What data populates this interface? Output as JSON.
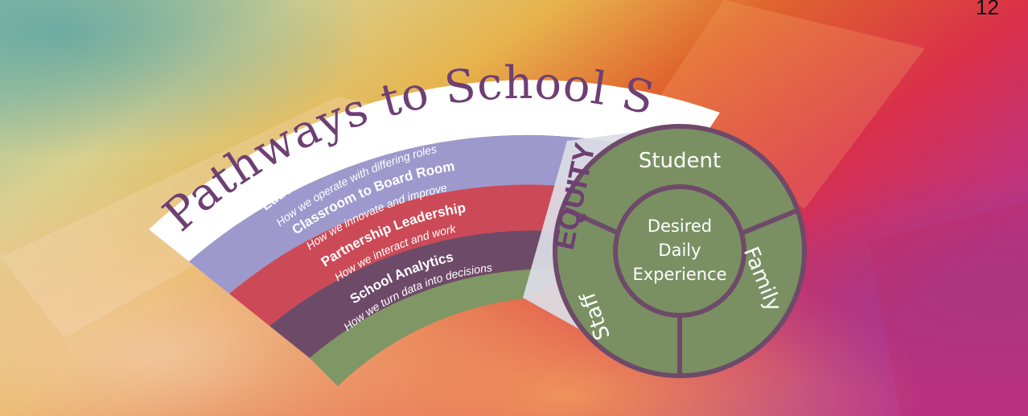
{
  "page_number": "12",
  "title": "Pathways to School Success",
  "bands": [
    {
      "title": "Education Leadership System",
      "subtitle": "How we operate with differing roles",
      "color": "#9d99cc"
    },
    {
      "title": "Classroom to Board Room",
      "subtitle": "How we innovate and improve",
      "color": "#cc4a57"
    },
    {
      "title": "Partnership Leadership",
      "subtitle": "How we interact and work",
      "color": "#6e4a69"
    },
    {
      "title": "School Analytics",
      "subtitle": "How we turn data into decisions",
      "color": "#7e9764"
    }
  ],
  "equity_label": "EQUITY",
  "circle": {
    "segments": [
      "Student",
      "Family",
      "Staff"
    ],
    "center_lines": [
      "Desired",
      "Daily",
      "Experience"
    ],
    "fill": "#7a9063",
    "outline": "#6e4a69"
  },
  "colors": {
    "title_text": "#6e3f73",
    "banner": "#ffffff",
    "equity_band": "#dcdde6"
  }
}
